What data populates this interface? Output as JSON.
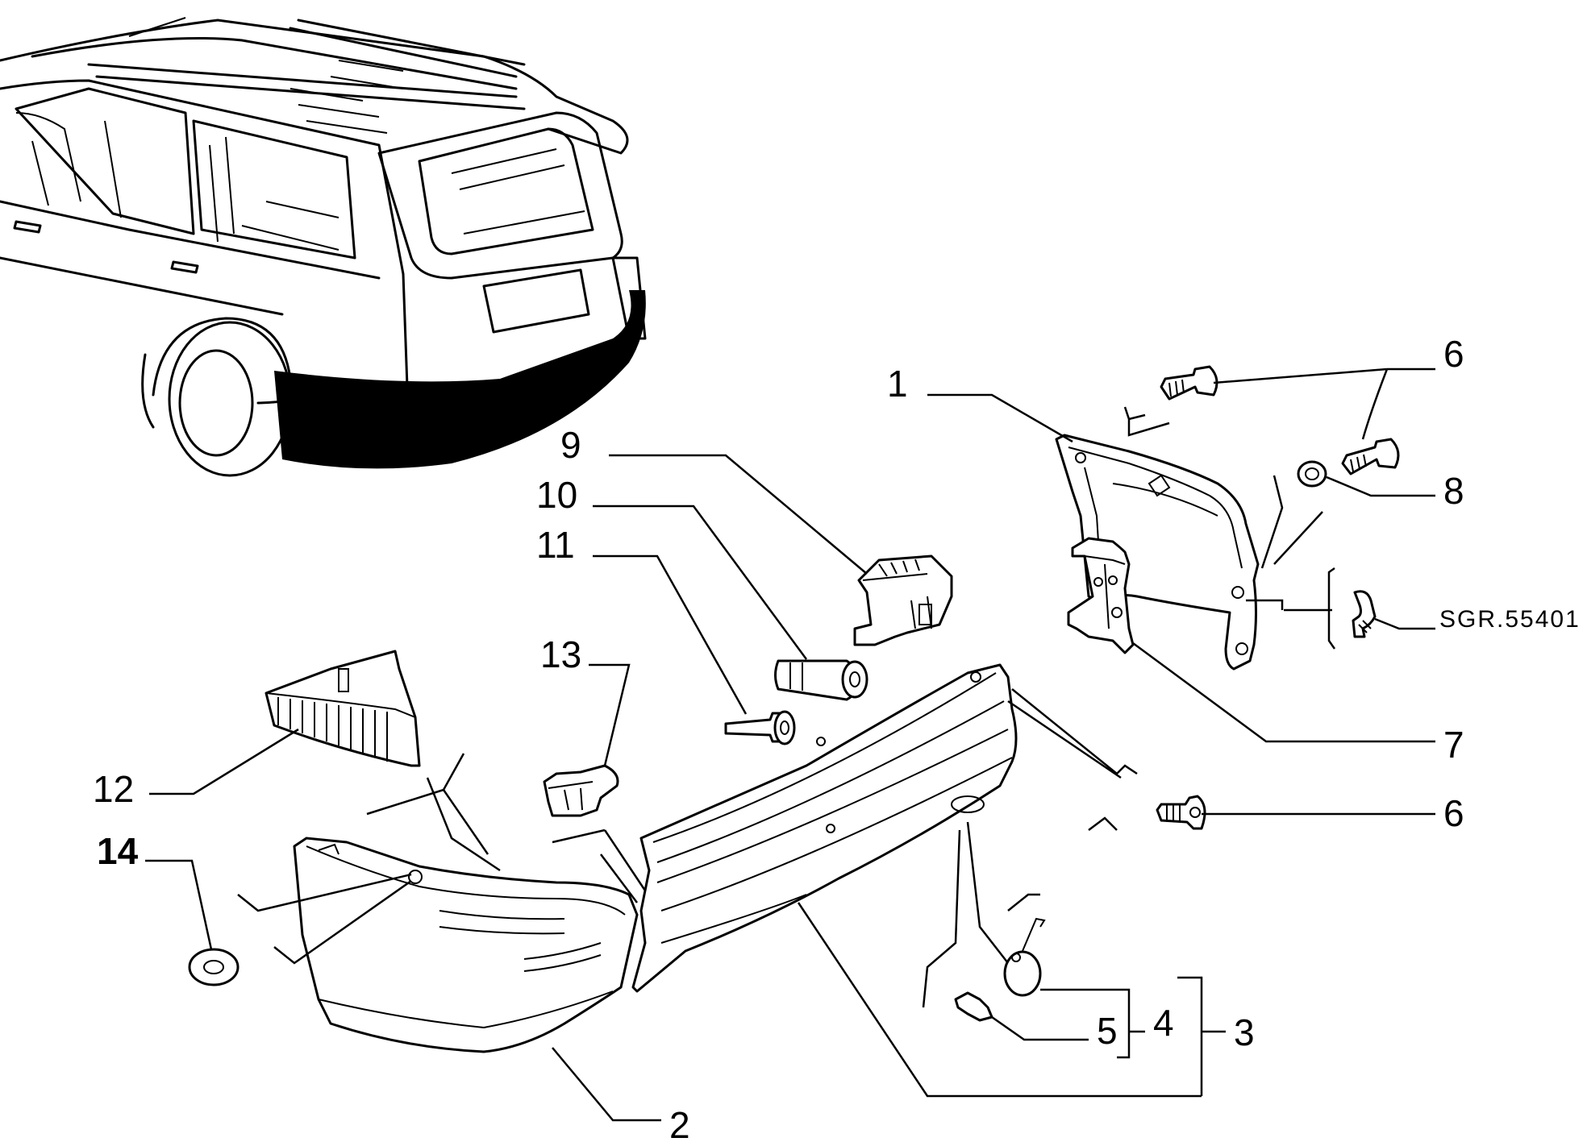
{
  "callouts": {
    "c1": "1",
    "c2": "2",
    "c3": "3",
    "c4": "4",
    "c5": "5",
    "c6a": "6",
    "c6b": "6",
    "c7": "7",
    "c8": "8",
    "c9": "9",
    "c10": "10",
    "c11": "11",
    "c12": "12",
    "c13": "13",
    "c14": "14"
  },
  "reference": "SGR.55401",
  "parts": [
    {
      "callout": "1",
      "icon": "bumper-side-bracket"
    },
    {
      "callout": "2",
      "icon": "bumper-corner-cover"
    },
    {
      "callout": "3",
      "icon": "rear-bumper-assembly"
    },
    {
      "callout": "4",
      "icon": "tow-hook-cover-kit"
    },
    {
      "callout": "5",
      "icon": "cover-clip"
    },
    {
      "callout": "6",
      "icon": "screw"
    },
    {
      "callout": "7",
      "icon": "bracket"
    },
    {
      "callout": "8",
      "icon": "nut"
    },
    {
      "callout": "9",
      "icon": "clip"
    },
    {
      "callout": "10",
      "icon": "bushing"
    },
    {
      "callout": "11",
      "icon": "bushing"
    },
    {
      "callout": "12",
      "icon": "reflector"
    },
    {
      "callout": "13",
      "icon": "clip"
    },
    {
      "callout": "14",
      "icon": "washer"
    }
  ]
}
